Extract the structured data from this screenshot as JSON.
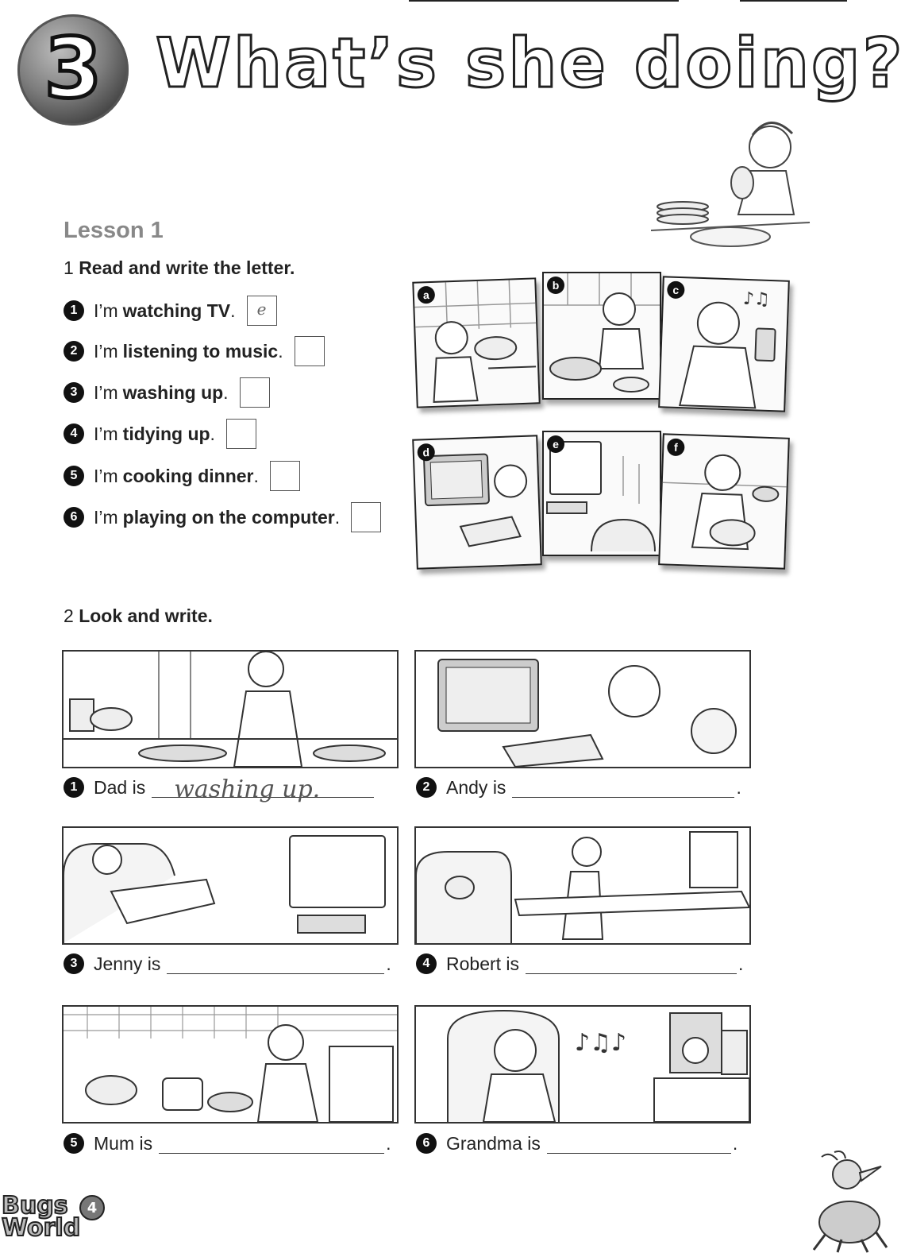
{
  "header": {
    "unit_number": "3",
    "title": "What’s she doing?"
  },
  "lesson": "Lesson 1",
  "exercise1": {
    "number": "1",
    "instruction": "Read and write the letter.",
    "items": [
      {
        "n": "1",
        "prefix": "I’m",
        "bold": "watching TV",
        "suffix": ".",
        "answer": "e"
      },
      {
        "n": "2",
        "prefix": "I’m",
        "bold": "listening to music",
        "suffix": ".",
        "answer": ""
      },
      {
        "n": "3",
        "prefix": "I’m",
        "bold": "washing up",
        "suffix": ".",
        "answer": ""
      },
      {
        "n": "4",
        "prefix": "I’m",
        "bold": "tidying up",
        "suffix": ".",
        "answer": ""
      },
      {
        "n": "5",
        "prefix": "I’m",
        "bold": "cooking dinner",
        "suffix": ".",
        "answer": ""
      },
      {
        "n": "6",
        "prefix": "I’m",
        "bold": "playing on the computer",
        "suffix": ".",
        "answer": ""
      }
    ],
    "pictures": [
      {
        "letter": "a",
        "icon": "boy-tidying-illustration"
      },
      {
        "letter": "b",
        "icon": "boy-cooking-illustration"
      },
      {
        "letter": "c",
        "icon": "boy-listening-music-illustration"
      },
      {
        "letter": "d",
        "icon": "boy-computer-illustration"
      },
      {
        "letter": "e",
        "icon": "boy-watching-tv-illustration"
      },
      {
        "letter": "f",
        "icon": "boy-washing-up-illustration"
      }
    ]
  },
  "exercise2": {
    "number": "2",
    "instruction": "Look and write.",
    "items": [
      {
        "n": "1",
        "subject": "Dad is",
        "answer": "washing up.",
        "dot": "",
        "icon": "dad-washing-dishes-illustration"
      },
      {
        "n": "2",
        "subject": "Andy is",
        "answer": "",
        "dot": ".",
        "icon": "andy-computer-illustration"
      },
      {
        "n": "3",
        "subject": "Jenny is",
        "answer": "",
        "dot": ".",
        "icon": "jenny-watching-tv-illustration"
      },
      {
        "n": "4",
        "subject": "Robert is",
        "answer": "",
        "dot": ".",
        "icon": "robert-tidying-illustration"
      },
      {
        "n": "5",
        "subject": "Mum is",
        "answer": "",
        "dot": ".",
        "icon": "mum-cooking-illustration"
      },
      {
        "n": "6",
        "subject": "Grandma is",
        "answer": "",
        "dot": ".",
        "icon": "grandma-music-illustration"
      }
    ]
  },
  "footer": {
    "logo_line1": "Bugs",
    "logo_line2": "World",
    "logo_level": "4",
    "mascot_icon": "bug-mascot-illustration"
  }
}
